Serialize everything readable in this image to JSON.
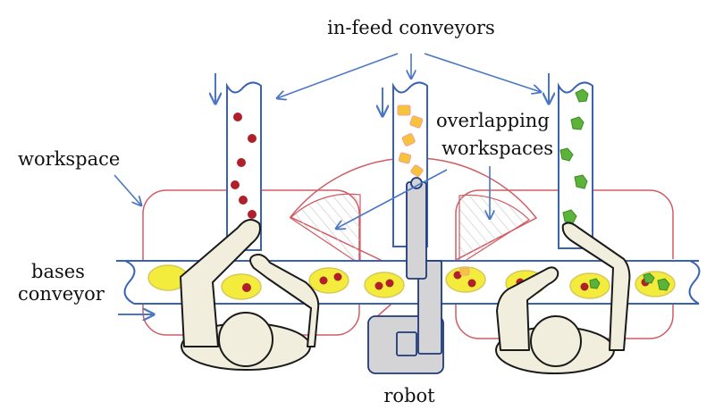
{
  "labels": {
    "infeed": "in-feed conveyors",
    "overlapping_line1": "overlapping",
    "overlapping_line2": "workspaces",
    "workspace": "workspace",
    "bases_line1": "bases",
    "bases_line2": "conveyor",
    "robot": "robot"
  },
  "colors": {
    "conveyor_outline": "#3a62b3",
    "arrow": "#4a76c4",
    "workspace_outline": "#d05b63",
    "base_fill": "#f3ec3c",
    "base_outline": "#d8c85a",
    "topping_red": "#b0202a",
    "topping_green": "#5cb33a",
    "topping_yellow": "#f6c33a",
    "worker_fill": "#f1eedd",
    "robot_fill": "#d4d4d6"
  },
  "icons": [
    "worker-left-figure",
    "worker-right-figure",
    "robot-arm-figure",
    "pizza-base",
    "tomato-topping",
    "pepper-topping",
    "pineapple-topping"
  ]
}
